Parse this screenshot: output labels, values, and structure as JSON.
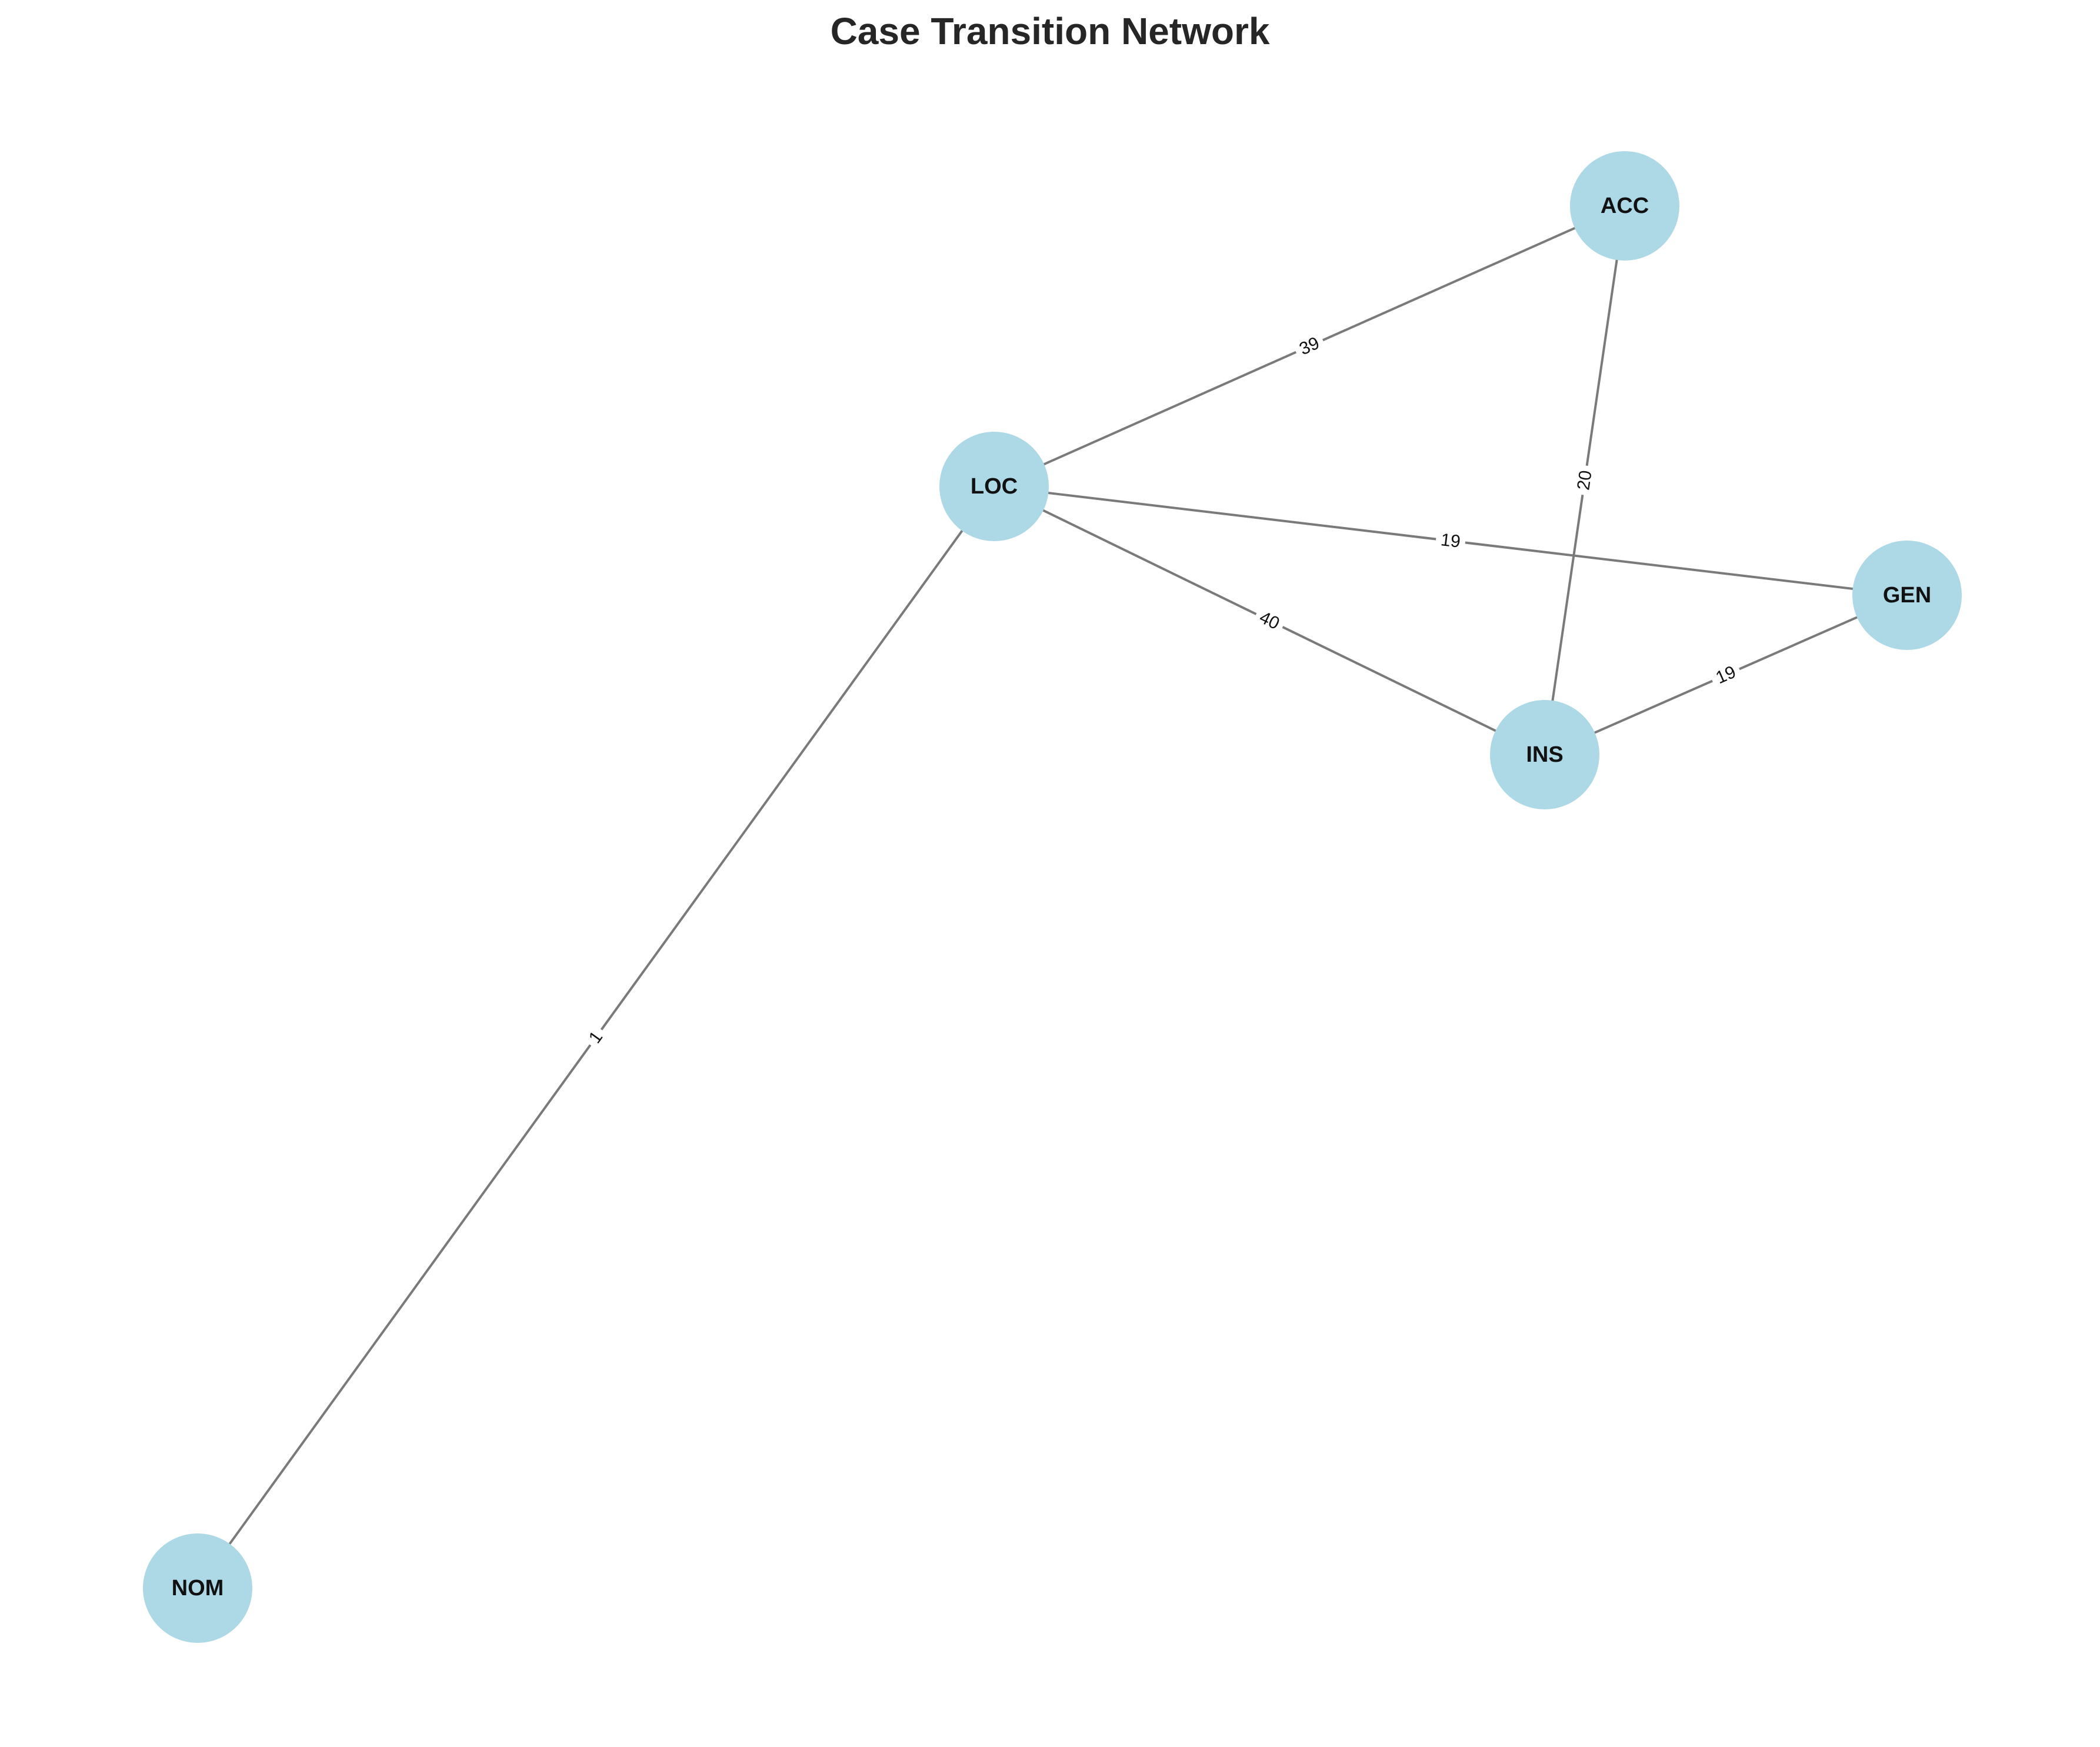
{
  "title": "Case Transition Network",
  "colors": {
    "node_fill": "#add8e6",
    "edge_stroke": "#7a7a7a",
    "background": "#ffffff"
  },
  "nodes": [
    {
      "id": "ACC",
      "label": "ACC"
    },
    {
      "id": "LOC",
      "label": "LOC"
    },
    {
      "id": "GEN",
      "label": "GEN"
    },
    {
      "id": "INS",
      "label": "INS"
    },
    {
      "id": "NOM",
      "label": "NOM"
    }
  ],
  "edges": [
    {
      "source": "LOC",
      "target": "ACC",
      "weight": "39"
    },
    {
      "source": "ACC",
      "target": "INS",
      "weight": "20"
    },
    {
      "source": "LOC",
      "target": "GEN",
      "weight": "19"
    },
    {
      "source": "LOC",
      "target": "INS",
      "weight": "40"
    },
    {
      "source": "INS",
      "target": "GEN",
      "weight": "19"
    },
    {
      "source": "LOC",
      "target": "NOM",
      "weight": "1"
    }
  ]
}
